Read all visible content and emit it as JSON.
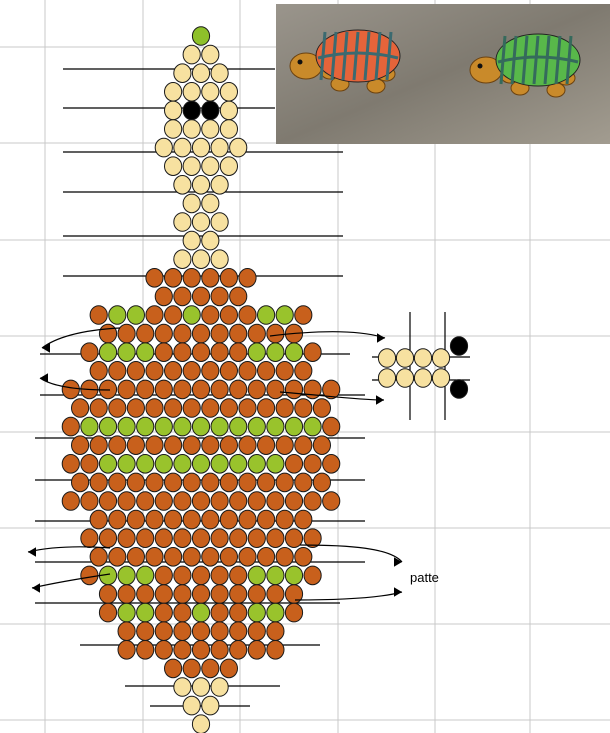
{
  "diagram": {
    "leg_label": "patte",
    "colors": {
      "head_bead": "#f7e1a0",
      "shell_brown": "#c8601c",
      "shell_green": "#99c32c",
      "tip_green": "#8ec02a",
      "eye": "#000000",
      "outline": "#1a1a1a",
      "grid": "#c8c8c8",
      "thread": "#000000"
    },
    "photo": {
      "description_icon": "beaded-turtles-photo",
      "turtle_left_shell": [
        "#e5643a",
        "#3b6a70"
      ],
      "turtle_right_shell": [
        "#58b84a",
        "#356a5c"
      ],
      "body_color": "#c98a2a",
      "background": "#8f8a80"
    },
    "pattern_rows": [
      "t",
      "hh",
      "hhh",
      "hhhh",
      "heeh",
      "hhhh",
      "hhhhh",
      "hhhh",
      "hhh",
      "hh",
      "hhh",
      "hh",
      "hhh",
      "bbbbbb",
      "bbbbb",
      "bggbbgbbbggb",
      "bbbbbbbbbbb",
      "bgggbbbbbgggb",
      "bbbbbbbbbbbb",
      "bbbbbbbbbbbbbbb",
      "bbbbbbbbbbbbbb",
      "bgggggggggggggb",
      "bbbbbbbbbbbbbb",
      "bbggggggggggbbb",
      "bbbbbbbbbbbbbb",
      "bbbbbbbbbbbbbbb",
      "bbbbbbbbbbbb",
      "bbbbbbbbbbbbb",
      "bbbbbbbbbbbb",
      "bgggbbbbbgggb",
      "bbbbbbbbbbb",
      "bggbbgbbggb",
      "bbbbbbbbb",
      "bbbbbbbbb",
      "bbbb",
      "hhh",
      "hh",
      "h"
    ],
    "leg_pattern_rows": [
      "hhhhe",
      "hhhhe"
    ]
  }
}
